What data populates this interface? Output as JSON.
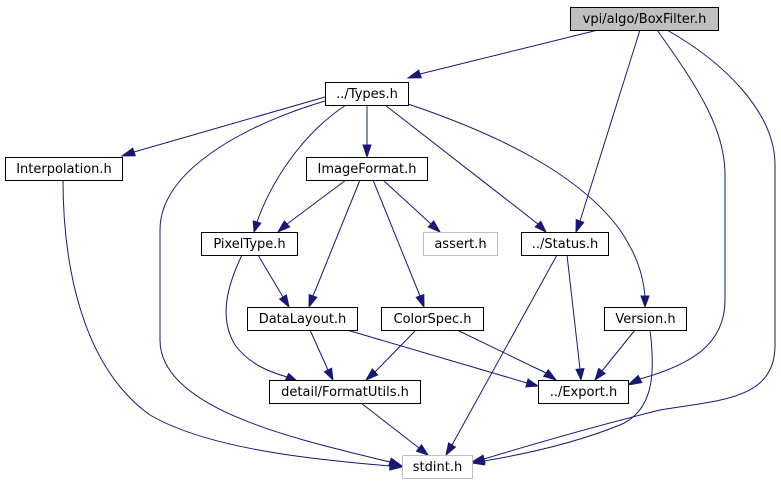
{
  "diagram": {
    "type": "include-dependency-graph",
    "colors": {
      "edge": "#191970",
      "root_fill": "#bfbfbf",
      "node_border": "#000000",
      "external_border": "#bfbfbf",
      "node_fill": "#ffffff"
    },
    "nodes": [
      {
        "id": "boxfilter",
        "label": "vpi/algo/BoxFilter.h",
        "kind": "root"
      },
      {
        "id": "types",
        "label": "../Types.h",
        "kind": "normal"
      },
      {
        "id": "interpolation",
        "label": "Interpolation.h",
        "kind": "normal"
      },
      {
        "id": "imageformat",
        "label": "ImageFormat.h",
        "kind": "normal"
      },
      {
        "id": "pixeltype",
        "label": "PixelType.h",
        "kind": "normal"
      },
      {
        "id": "assert",
        "label": "assert.h",
        "kind": "external"
      },
      {
        "id": "status",
        "label": "../Status.h",
        "kind": "normal"
      },
      {
        "id": "datalayout",
        "label": "DataLayout.h",
        "kind": "normal"
      },
      {
        "id": "colorspec",
        "label": "ColorSpec.h",
        "kind": "normal"
      },
      {
        "id": "version",
        "label": "Version.h",
        "kind": "normal"
      },
      {
        "id": "formatutils",
        "label": "detail/FormatUtils.h",
        "kind": "normal"
      },
      {
        "id": "export",
        "label": "../Export.h",
        "kind": "normal"
      },
      {
        "id": "stdint",
        "label": "stdint.h",
        "kind": "external"
      }
    ],
    "edges": [
      {
        "from": "boxfilter",
        "to": "types"
      },
      {
        "from": "boxfilter",
        "to": "status"
      },
      {
        "from": "boxfilter",
        "to": "export"
      },
      {
        "from": "boxfilter",
        "to": "stdint"
      },
      {
        "from": "types",
        "to": "interpolation"
      },
      {
        "from": "types",
        "to": "imageformat"
      },
      {
        "from": "types",
        "to": "pixeltype"
      },
      {
        "from": "types",
        "to": "status"
      },
      {
        "from": "types",
        "to": "version"
      },
      {
        "from": "types",
        "to": "stdint"
      },
      {
        "from": "interpolation",
        "to": "stdint"
      },
      {
        "from": "imageformat",
        "to": "pixeltype"
      },
      {
        "from": "imageformat",
        "to": "datalayout"
      },
      {
        "from": "imageformat",
        "to": "colorspec"
      },
      {
        "from": "imageformat",
        "to": "assert"
      },
      {
        "from": "pixeltype",
        "to": "datalayout"
      },
      {
        "from": "pixeltype",
        "to": "formatutils"
      },
      {
        "from": "datalayout",
        "to": "formatutils"
      },
      {
        "from": "datalayout",
        "to": "export"
      },
      {
        "from": "colorspec",
        "to": "formatutils"
      },
      {
        "from": "colorspec",
        "to": "export"
      },
      {
        "from": "status",
        "to": "export"
      },
      {
        "from": "status",
        "to": "stdint"
      },
      {
        "from": "version",
        "to": "export"
      },
      {
        "from": "version",
        "to": "stdint"
      },
      {
        "from": "formatutils",
        "to": "stdint"
      }
    ]
  }
}
